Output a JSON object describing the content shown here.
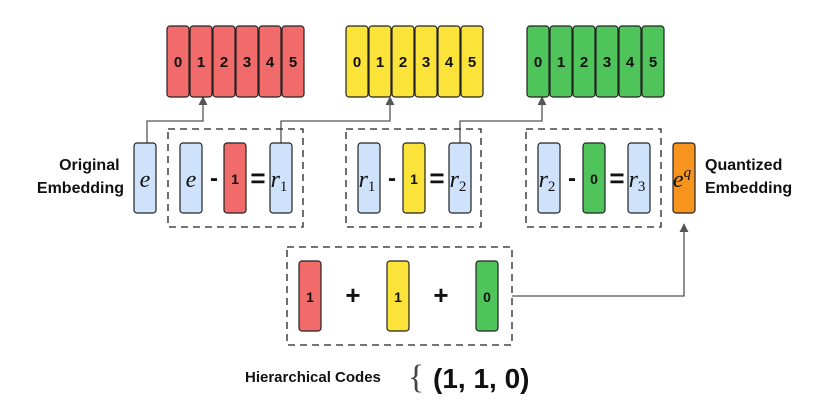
{
  "codebooks": [
    {
      "color": "#f26b6b",
      "cells": [
        "0",
        "1",
        "2",
        "3",
        "4",
        "5"
      ]
    },
    {
      "color": "#fbe33a",
      "cells": [
        "0",
        "1",
        "2",
        "3",
        "4",
        "5"
      ]
    },
    {
      "color": "#4fc45a",
      "cells": [
        "0",
        "1",
        "2",
        "3",
        "4",
        "5"
      ]
    }
  ],
  "original_label": [
    "Original",
    "Embedding"
  ],
  "quantized_label": [
    "Quantized",
    "Embedding"
  ],
  "embedding_symbol": "e",
  "quantized_symbol": "e",
  "quantized_superscript": "q",
  "steps": [
    {
      "lhs": "e",
      "lhs_sub": "",
      "code": "1",
      "result": "r",
      "result_sub": "1"
    },
    {
      "lhs": "r",
      "lhs_sub": "1",
      "code": "1",
      "result": "r",
      "result_sub": "2"
    },
    {
      "lhs": "r",
      "lhs_sub": "2",
      "code": "0",
      "result": "r",
      "result_sub": "3"
    }
  ],
  "minus": "-",
  "equals": "=",
  "sum_codes": [
    "1",
    "1",
    "0"
  ],
  "plus": "+",
  "codes_label": "Hierarchical Codes",
  "brace": "{",
  "codes_tuple": "(1, 1, 0)",
  "colors": {
    "red": "#f26b6b",
    "yellow": "#fbe33a",
    "green": "#4fc45a",
    "blue": "#cfe2fb",
    "orange": "#f7941d"
  }
}
